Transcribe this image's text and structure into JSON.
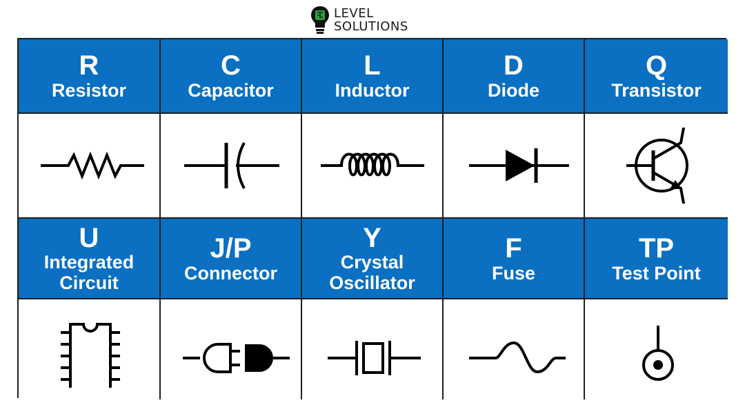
{
  "logo": {
    "line1": "LEVEL",
    "line2": "SOLUTIONS",
    "icon": "lightbulb-chip-icon"
  },
  "components": [
    {
      "code": "R",
      "name": "Resistor",
      "symbol": "resistor-symbol-icon"
    },
    {
      "code": "C",
      "name": "Capacitor",
      "symbol": "capacitor-symbol-icon"
    },
    {
      "code": "L",
      "name": "Inductor",
      "symbol": "inductor-symbol-icon"
    },
    {
      "code": "D",
      "name": "Diode",
      "symbol": "diode-symbol-icon"
    },
    {
      "code": "Q",
      "name": "Transistor",
      "symbol": "transistor-symbol-icon"
    },
    {
      "code": "U",
      "name": "Integrated Circuit",
      "name_line1": "Integrated",
      "name_line2": "Circuit",
      "symbol": "integrated-circuit-symbol-icon"
    },
    {
      "code": "J/P",
      "name": "Connector",
      "symbol": "connector-symbol-icon"
    },
    {
      "code": "Y",
      "name": "Crystal Oscillator",
      "name_line1": "Crystal",
      "name_line2": "Oscillator",
      "symbol": "crystal-symbol-icon"
    },
    {
      "code": "F",
      "name": "Fuse",
      "symbol": "fuse-symbol-icon"
    },
    {
      "code": "TP",
      "name": "Test Point",
      "symbol": "test-point-symbol-icon"
    }
  ],
  "colors": {
    "header_blue": "#0b6fc2",
    "border": "#1e1e1e",
    "logo_green": "#2e9e3e"
  }
}
